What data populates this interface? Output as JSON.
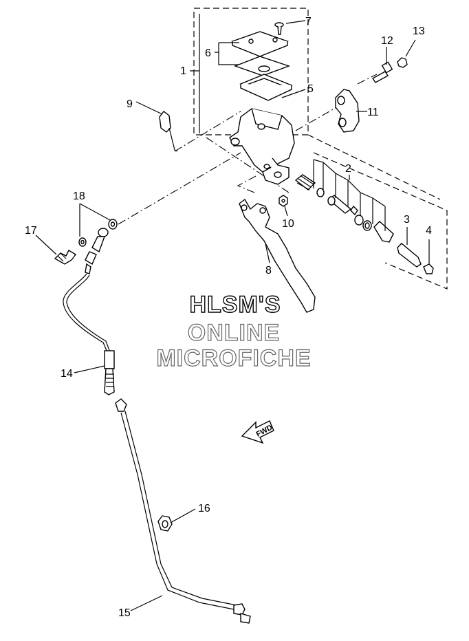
{
  "callouts": {
    "c1": "1",
    "c2": "2",
    "c3": "3",
    "c4": "4",
    "c5": "5",
    "c6": "6",
    "c7": "7",
    "c8": "8",
    "c9": "9",
    "c10": "10",
    "c11": "11",
    "c12": "12",
    "c13": "13",
    "c14": "14",
    "c15": "15",
    "c16": "16",
    "c17": "17",
    "c18": "18"
  },
  "watermark": {
    "line1": "HLSM'S",
    "line2": "ONLINE",
    "line3": "MICROFICHE"
  },
  "direction_arrow": {
    "label": "FWD"
  },
  "colors": {
    "ink": "#000000",
    "background": "#ffffff",
    "watermark_stroke": "#666666"
  }
}
